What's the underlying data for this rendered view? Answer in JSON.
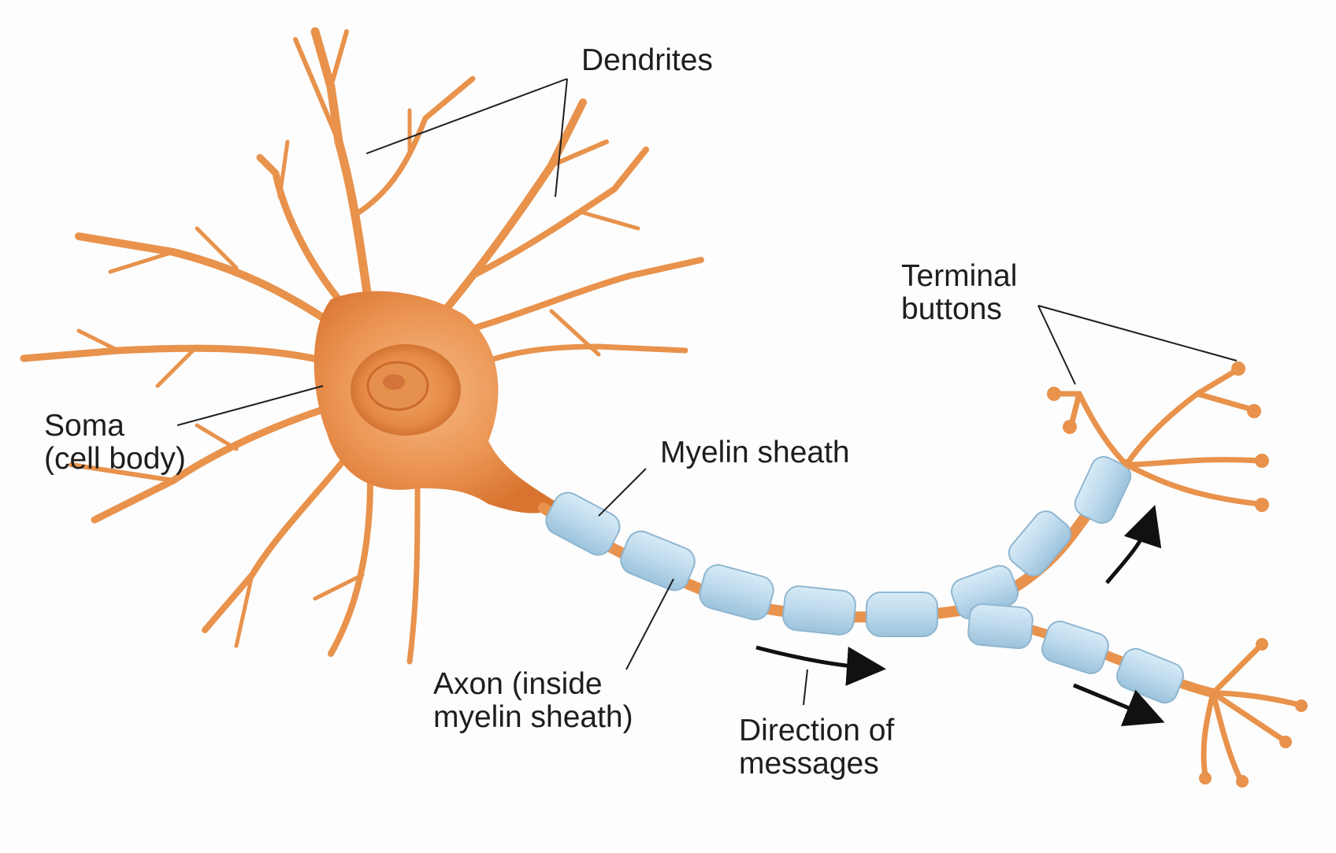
{
  "labels": {
    "dendrites": "Dendrites",
    "soma": [
      "Soma",
      "(cell body)"
    ],
    "terminal_buttons": [
      "Terminal",
      "buttons"
    ],
    "myelin_sheath": "Myelin sheath",
    "axon": [
      "Axon (inside",
      "myelin sheath)"
    ],
    "direction": [
      "Direction of",
      "messages"
    ]
  },
  "colors": {
    "cell": "#e8924c",
    "cell_light": "#f3b67c",
    "cell_dark": "#cf6a2a",
    "myelin": "#bcd9ec",
    "myelin_edge": "#8fb6d0",
    "leader_line": "#1e1e1e",
    "arrow": "#111111"
  }
}
